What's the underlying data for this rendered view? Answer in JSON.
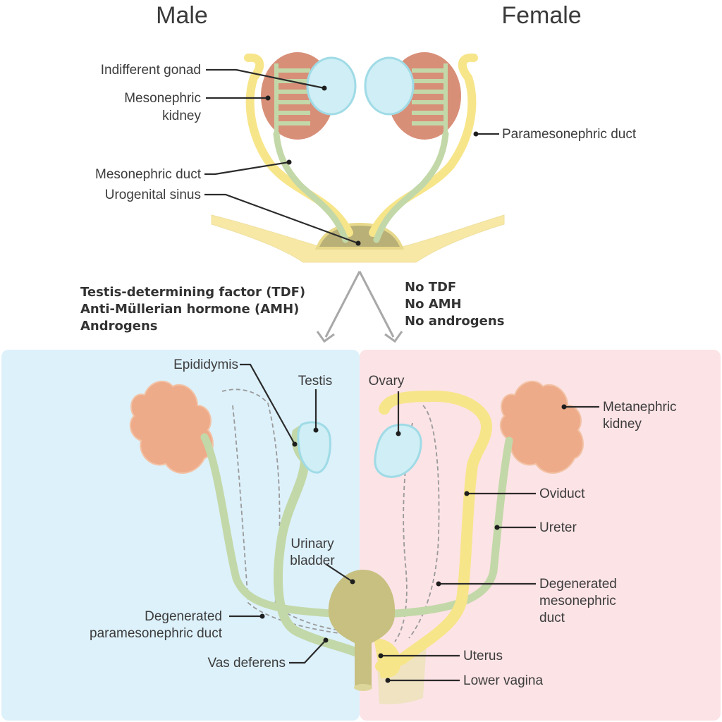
{
  "headers": {
    "male": "Male",
    "female": "Female"
  },
  "conditions": {
    "male": [
      "Testis-determining factor (TDF)",
      "Anti-Müllerian hormone (AMH)",
      "Androgens"
    ],
    "female": [
      "No TDF",
      "No AMH",
      "No androgens"
    ]
  },
  "labels": {
    "indifferent_gonad": "Indifferent gonad",
    "mesonephric_kidney": [
      "Mesonephric",
      "kidney"
    ],
    "paramesonephric_duct": "Paramesonephric duct",
    "mesonephric_duct": "Mesonephric duct",
    "urogenital_sinus": "Urogenital sinus",
    "epididymis": "Epididymis",
    "testis": "Testis",
    "ovary": "Ovary",
    "metanephric_kidney": [
      "Metanephric",
      "kidney"
    ],
    "oviduct": "Oviduct",
    "ureter": "Ureter",
    "urinary_bladder": [
      "Urinary",
      "bladder"
    ],
    "degenerated_mesonephric_duct": [
      "Degenerated",
      "mesonephric",
      "duct"
    ],
    "degenerated_paramesonephric_duct": [
      "Degenerated",
      "paramesonephric duct"
    ],
    "uterus": "Uterus",
    "vas_deferens": "Vas deferens",
    "lower_vagina": "Lower vagina"
  },
  "colors": {
    "male_panel": "#ddf1fb",
    "female_panel": "#fce3e6",
    "mesonephric_kidney": "#d88f78",
    "metanephric_kidney": "#eeab8a",
    "gonad": "#cfeef5",
    "paramesonephric_duct": "#f7e58a",
    "mesonephric_duct": "#c3d8a8",
    "bladder": "#c7c080",
    "sinus": "#b9b078"
  }
}
